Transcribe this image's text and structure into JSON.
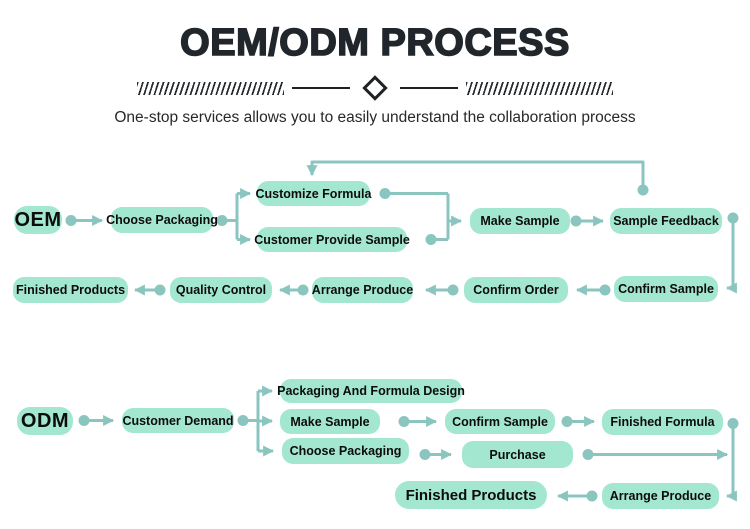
{
  "header": {
    "title": "OEM/ODM PROCESS",
    "subtitle": "One-stop services allows you to easily understand the collaboration process"
  },
  "colors": {
    "node_fill": "#a3e7d1",
    "connector": "#8bc5c0",
    "title_text": "#20262b",
    "node_text": "#0c0c0c"
  },
  "nodes": {
    "oem_start": "OEM",
    "oem_choose_packaging": "Choose Packaging",
    "oem_customize_formula": "Customize Formula",
    "oem_customer_provide_sample": "Customer Provide Sample",
    "oem_make_sample": "Make Sample",
    "oem_sample_feedback": "Sample Feedback",
    "oem_finished_products": "Finished Products",
    "oem_quality_control": "Quality Control",
    "oem_arrange_produce": "Arrange Produce",
    "oem_confirm_order": "Confirm Order",
    "oem_confirm_sample": "Confirm Sample",
    "odm_start": "ODM",
    "odm_customer_demand": "Customer Demand",
    "odm_packaging_formula_design": "Packaging And Formula Design",
    "odm_make_sample": "Make Sample",
    "odm_choose_packaging": "Choose Packaging",
    "odm_confirm_sample": "Confirm Sample",
    "odm_finished_formula": "Finished Formula",
    "odm_purchase": "Purchase",
    "odm_finished_products": "Finished Products",
    "odm_arrange_produce": "Arrange Produce"
  },
  "flows": {
    "oem": {
      "edges": [
        [
          "OEM",
          "Choose Packaging"
        ],
        [
          "Choose Packaging",
          "Customize Formula"
        ],
        [
          "Choose Packaging",
          "Customer Provide Sample"
        ],
        [
          "Customize Formula",
          "Make Sample"
        ],
        [
          "Customer Provide Sample",
          "Make Sample"
        ],
        [
          "Make Sample",
          "Sample Feedback"
        ],
        [
          "Sample Feedback",
          "Customize Formula"
        ],
        [
          "Sample Feedback",
          "Confirm Sample"
        ],
        [
          "Confirm Sample",
          "Confirm Order"
        ],
        [
          "Confirm Order",
          "Arrange Produce"
        ],
        [
          "Arrange Produce",
          "Quality Control"
        ],
        [
          "Quality Control",
          "Finished Products"
        ]
      ]
    },
    "odm": {
      "edges": [
        [
          "ODM",
          "Customer Demand"
        ],
        [
          "Customer Demand",
          "Packaging And Formula Design"
        ],
        [
          "Customer Demand",
          "Make Sample"
        ],
        [
          "Customer Demand",
          "Choose Packaging"
        ],
        [
          "Make Sample",
          "Confirm Sample"
        ],
        [
          "Choose Packaging",
          "Purchase"
        ],
        [
          "Confirm Sample",
          "Finished Formula"
        ],
        [
          "Finished Formula",
          "Arrange Produce"
        ],
        [
          "Purchase",
          "Arrange Produce"
        ],
        [
          "Arrange Produce",
          "Finished Products"
        ]
      ]
    }
  }
}
